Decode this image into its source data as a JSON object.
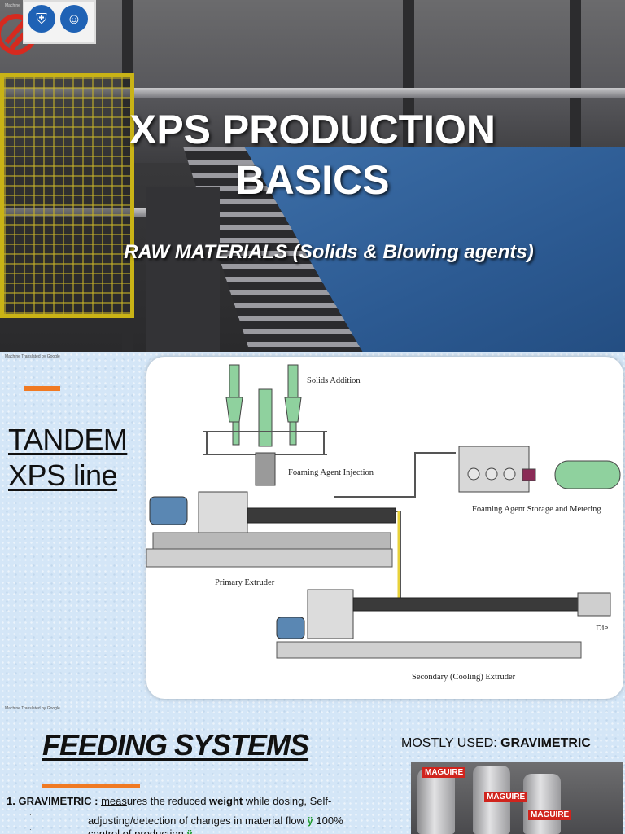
{
  "slide1": {
    "watermark": "Machine",
    "title": "XPS PRODUCTION\nBASICS",
    "subtitle": "RAW MATERIALS (Solids & Blowing agents)",
    "signs": [
      "shield-icon",
      "person-icon"
    ],
    "colors": {
      "foam": "#2c5a92",
      "fence": "#c9b316",
      "title": "#ffffff"
    }
  },
  "slide2": {
    "watermark_top": "Machine Translated by Google",
    "watermark_bottom": "Machine Translated by Google",
    "heading_line1": "TANDEM",
    "heading_line2": "XPS line",
    "accent_color": "#f07a23",
    "diagram": {
      "solids_label": "Solids Addition",
      "foaming_injection_label": "Foaming Agent Injection",
      "storage_label": "Foaming Agent Storage and Metering",
      "primary_label": "Primary Extruder",
      "secondary_label": "Secondary (Cooling) Extruder",
      "die_label": "Die"
    }
  },
  "slide3": {
    "heading": "FEEDING SYSTEMS",
    "mostly_prefix": "MOSTLY USED: ",
    "mostly_value": "GRAVIMETRIC",
    "point_number": "1. ",
    "point_term": "GRAVIMETRIC : ",
    "point_text_u": "meas",
    "point_text": "ures the reduced ",
    "point_bold": "weight",
    "point_text2": " while dosing, Self-",
    "line2": "adjusting/detection of changes in material flow ",
    "line2_arrow": "ÿ",
    "line2_end": " 100%",
    "line3": "control of production ",
    "line3_arrow": "ÿ",
    "photo_brand": "MAGUIRE"
  }
}
